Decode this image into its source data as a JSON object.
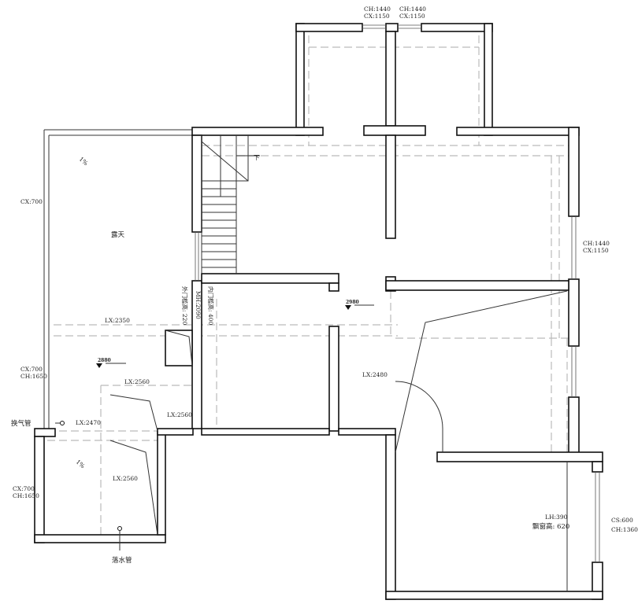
{
  "title": "Floor plan",
  "labels": {
    "top_window_left_ch": "CH:1440",
    "top_window_left_cx": "CX:1150",
    "top_window_right_ch": "CH:1440",
    "top_window_right_cx": "CX:1150",
    "right_window_ch": "CH:1440",
    "right_window_cx": "CX:1150",
    "terrace_cx": "CX:700",
    "terrace_name": "露天",
    "terrace_lx": "LX:2350",
    "terrace_slope": "1%",
    "elev_terrace": "2880",
    "elev_hall": "2980",
    "outer_sill": "外门槛高: 220",
    "door_height": "MH:2090",
    "inner_sill": "内门槛高: 400",
    "left_cx_mid": "CX:700",
    "left_ch_mid": "CH:1650",
    "lx_2560_a": "LX:2560",
    "lx_2560_b": "LX:2560",
    "lx_2470": "LX:2470",
    "lx_2560_c": "LX:2560",
    "vent_pipe": "换气管",
    "drain_pipe": "落水管",
    "bottom_slope": "1%",
    "left_cx_bottom": "CX:700",
    "left_ch_bottom": "CH:1650",
    "lx_2480": "LX:2480",
    "stair_down": "下",
    "lh": "LH:390",
    "bay_window_height": "飘窗高: 620",
    "bay_cs": "CS:600",
    "bay_ch": "CH:1360"
  }
}
